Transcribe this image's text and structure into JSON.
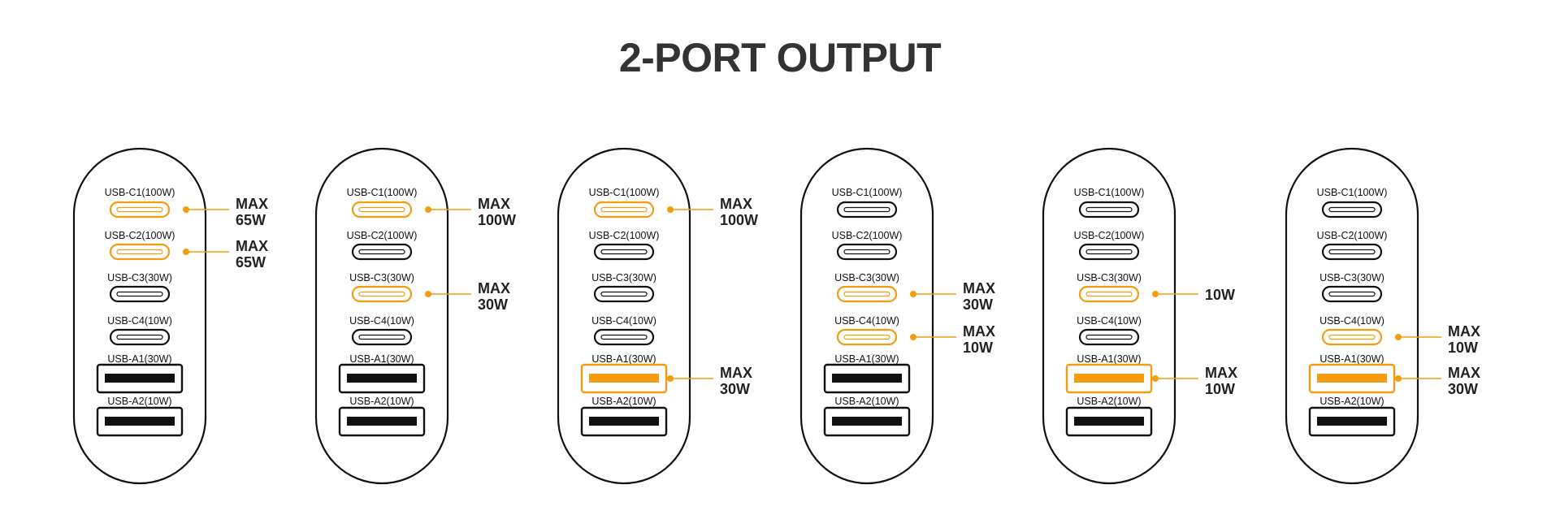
{
  "title": "2-PORT OUTPUT",
  "colors": {
    "accent": "#F39C12",
    "outline": "#111111",
    "text": "#222222"
  },
  "ports": [
    {
      "id": "C1",
      "label": "USB-C1(100W)",
      "kind": "usb-c"
    },
    {
      "id": "C2",
      "label": "USB-C2(100W)",
      "kind": "usb-c"
    },
    {
      "id": "C3",
      "label": "USB-C3(30W)",
      "kind": "usb-c"
    },
    {
      "id": "C4",
      "label": "USB-C4(10W)",
      "kind": "usb-c"
    },
    {
      "id": "A1",
      "label": "USB-A1(30W)",
      "kind": "usb-a"
    },
    {
      "id": "A2",
      "label": "USB-A2(10W)",
      "kind": "usb-a"
    }
  ],
  "chargers": [
    {
      "active": [
        {
          "port": "C1",
          "max_prefix": "MAX",
          "max_value": "65W"
        },
        {
          "port": "C2",
          "max_prefix": "MAX",
          "max_value": "65W"
        }
      ]
    },
    {
      "active": [
        {
          "port": "C1",
          "max_prefix": "MAX",
          "max_value": "100W"
        },
        {
          "port": "C3",
          "max_prefix": "MAX",
          "max_value": "30W"
        }
      ]
    },
    {
      "active": [
        {
          "port": "C1",
          "max_prefix": "MAX",
          "max_value": "100W"
        },
        {
          "port": "A1",
          "max_prefix": "MAX",
          "max_value": "30W"
        }
      ]
    },
    {
      "active": [
        {
          "port": "C3",
          "max_prefix": "MAX",
          "max_value": "30W"
        },
        {
          "port": "C4",
          "max_prefix": "MAX",
          "max_value": "10W"
        }
      ]
    },
    {
      "active": [
        {
          "port": "C3",
          "max_prefix": "",
          "max_value": "10W"
        },
        {
          "port": "A1",
          "max_prefix": "MAX",
          "max_value": "10W"
        }
      ]
    },
    {
      "active": [
        {
          "port": "C4",
          "max_prefix": "MAX",
          "max_value": "10W"
        },
        {
          "port": "A1",
          "max_prefix": "MAX",
          "max_value": "30W"
        }
      ]
    }
  ]
}
